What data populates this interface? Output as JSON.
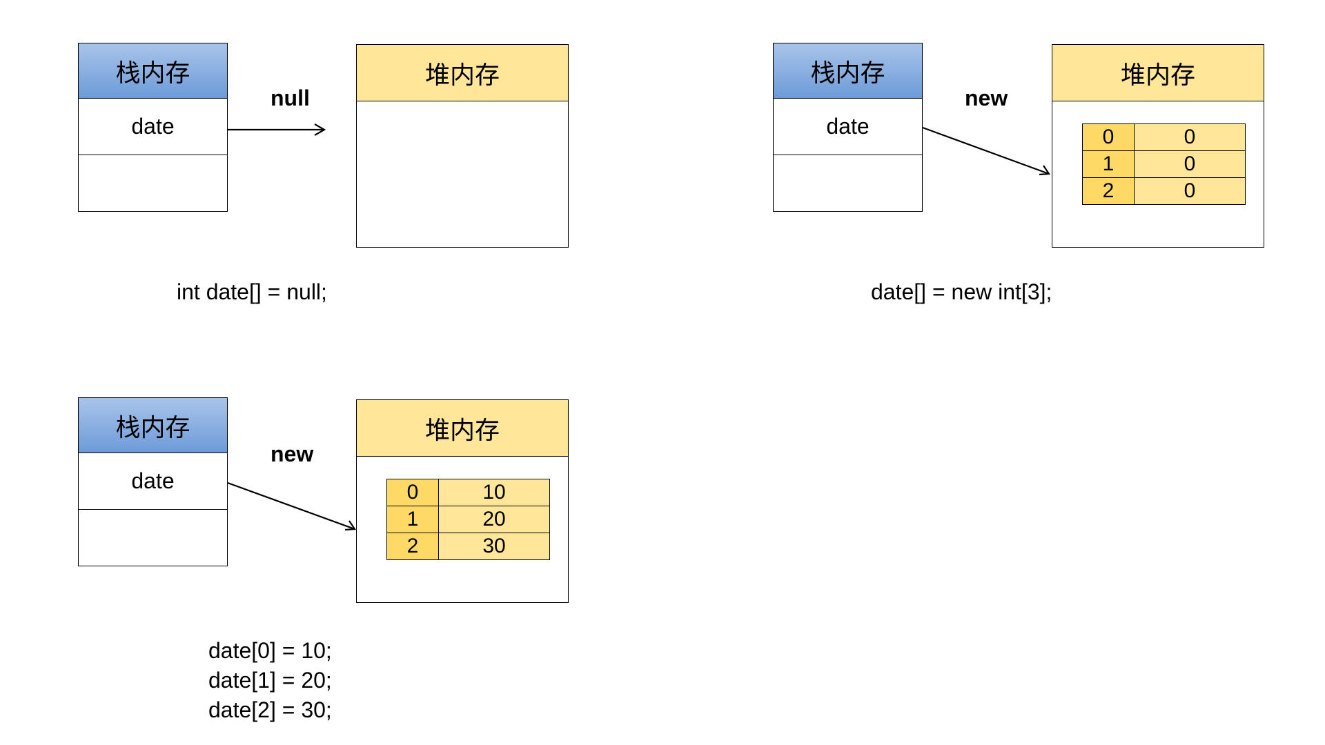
{
  "panels": [
    {
      "stack": {
        "title": "栈内存",
        "cells": [
          "date",
          ""
        ]
      },
      "heap": {
        "title": "堆内存",
        "array": []
      },
      "arrow_label": "null",
      "code": [
        "int date[] = null;"
      ]
    },
    {
      "stack": {
        "title": "栈内存",
        "cells": [
          "date",
          ""
        ]
      },
      "heap": {
        "title": "堆内存",
        "array": [
          {
            "index": "0",
            "value": "0"
          },
          {
            "index": "1",
            "value": "0"
          },
          {
            "index": "2",
            "value": "0"
          }
        ]
      },
      "arrow_label": "new",
      "code": [
        "date[] = new int[3];"
      ]
    },
    {
      "stack": {
        "title": "栈内存",
        "cells": [
          "date",
          ""
        ]
      },
      "heap": {
        "title": "堆内存",
        "array": [
          {
            "index": "0",
            "value": "10"
          },
          {
            "index": "1",
            "value": "20"
          },
          {
            "index": "2",
            "value": "30"
          }
        ]
      },
      "arrow_label": "new",
      "code": [
        "date[0] = 10;",
        "date[1] = 20;",
        "date[2] = 30;"
      ]
    }
  ],
  "colors": {
    "stack_header_top": "#a9c4ea",
    "stack_header_bottom": "#6d9bd8",
    "heap_header": "#ffe699",
    "array_index": "#ffd966",
    "array_value": "#ffe699"
  }
}
